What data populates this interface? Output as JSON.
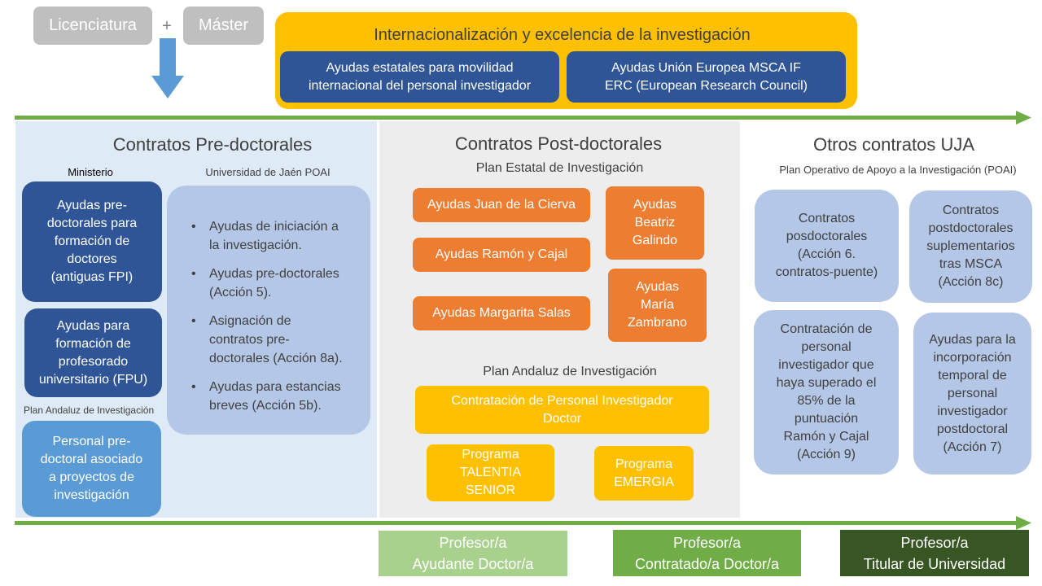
{
  "top": {
    "licenciatura": "Licenciatura",
    "plus": "+",
    "master": "Máster"
  },
  "internacional": {
    "title": "Internacionalización y excelencia de la investigación",
    "box1_line1": "Ayudas estatales para movilidad",
    "box1_line2": "internacional del personal investigador",
    "box2_line1": "Ayudas Unión Europea MSCA IF",
    "box2_line2": "ERC (European Research Council)"
  },
  "predoc": {
    "title": "Contratos Pre-doctorales",
    "ministerio_label": "Ministerio",
    "uja_label": "Universidad de Jaén POAI",
    "fpi": [
      "Ayudas pre-",
      "doctorales para",
      "formación de",
      "doctores",
      "(antiguas FPI)"
    ],
    "fpu": [
      "Ayudas para",
      "formación de",
      "profesorado",
      "universitario (FPU)"
    ],
    "andaluz_label": "Plan Andaluz de Investigación",
    "personal": [
      "Personal pre-",
      "doctoral asociado",
      "a proyectos de",
      "investigación"
    ],
    "bullets": [
      [
        "Ayudas de iniciación a",
        "la investigación."
      ],
      [
        "Ayudas pre-doctorales",
        "(Acción 5)."
      ],
      [
        "Asignación de",
        "contratos pre-",
        "doctorales (Acción 8a)."
      ],
      [
        "Ayudas para estancias",
        "breves (Acción 5b)."
      ]
    ]
  },
  "postdoc": {
    "title": "Contratos Post-doctorales",
    "estatal_label": "Plan Estatal de Investigación",
    "juan": "Ayudas Juan de la Cierva",
    "ramon": "Ayudas Ramón y Cajal",
    "margarita": "Ayudas Margarita Salas",
    "beatriz": [
      "Ayudas",
      "Beatriz",
      "Galindo"
    ],
    "maria": [
      "Ayudas",
      "María",
      "Zambrano"
    ],
    "andaluz_label": "Plan Andaluz de Investigación",
    "contratacion": [
      "Contratación de Personal Investigador",
      "Doctor"
    ],
    "talentia": [
      "Programa",
      "TALENTIA",
      "SENIOR"
    ],
    "emergia": [
      "Programa",
      "EMERGIA"
    ]
  },
  "otros": {
    "title": "Otros contratos UJA",
    "poai_label": "Plan Operativo de Apoyo a la Investigación (POAI)",
    "box1": [
      "Contratos",
      "posdoctorales",
      "(Acción 6.",
      "contratos-puente)"
    ],
    "box2": [
      "Contratos",
      "postdoctorales",
      "suplementarios",
      "tras MSCA",
      "(Acción 8c)"
    ],
    "box3": [
      "Contratación de",
      "personal",
      "investigador que",
      "haya superado el",
      "85% de la",
      "puntuación",
      "Ramón y Cajal",
      "(Acción 9)"
    ],
    "box4": [
      "Ayudas para la",
      "incorporación",
      "temporal de",
      "personal",
      "investigador",
      "postdoctoral",
      "(Acción 7)"
    ]
  },
  "profesor": {
    "ayudante": [
      "Profesor/a",
      "Ayudante Doctor/a"
    ],
    "contratado": [
      "Profesor/a",
      "Contratado/a Doctor/a"
    ],
    "titular": [
      "Profesor/a",
      "Titular de Universidad"
    ]
  },
  "colors": {
    "green_arrow": "#70ad47",
    "yellow": "#ffc000",
    "navy": "#2f5597",
    "orange": "#ed7d31",
    "light_blue": "#b4c7e7",
    "mid_blue": "#5b9bd5",
    "prof_light": "#a9d18e",
    "prof_mid": "#70ad47",
    "prof_dark": "#375623"
  },
  "icons": {
    "down_arrow": "blue-down-arrow-icon",
    "timeline_arrow": "green-right-arrow-icon"
  }
}
